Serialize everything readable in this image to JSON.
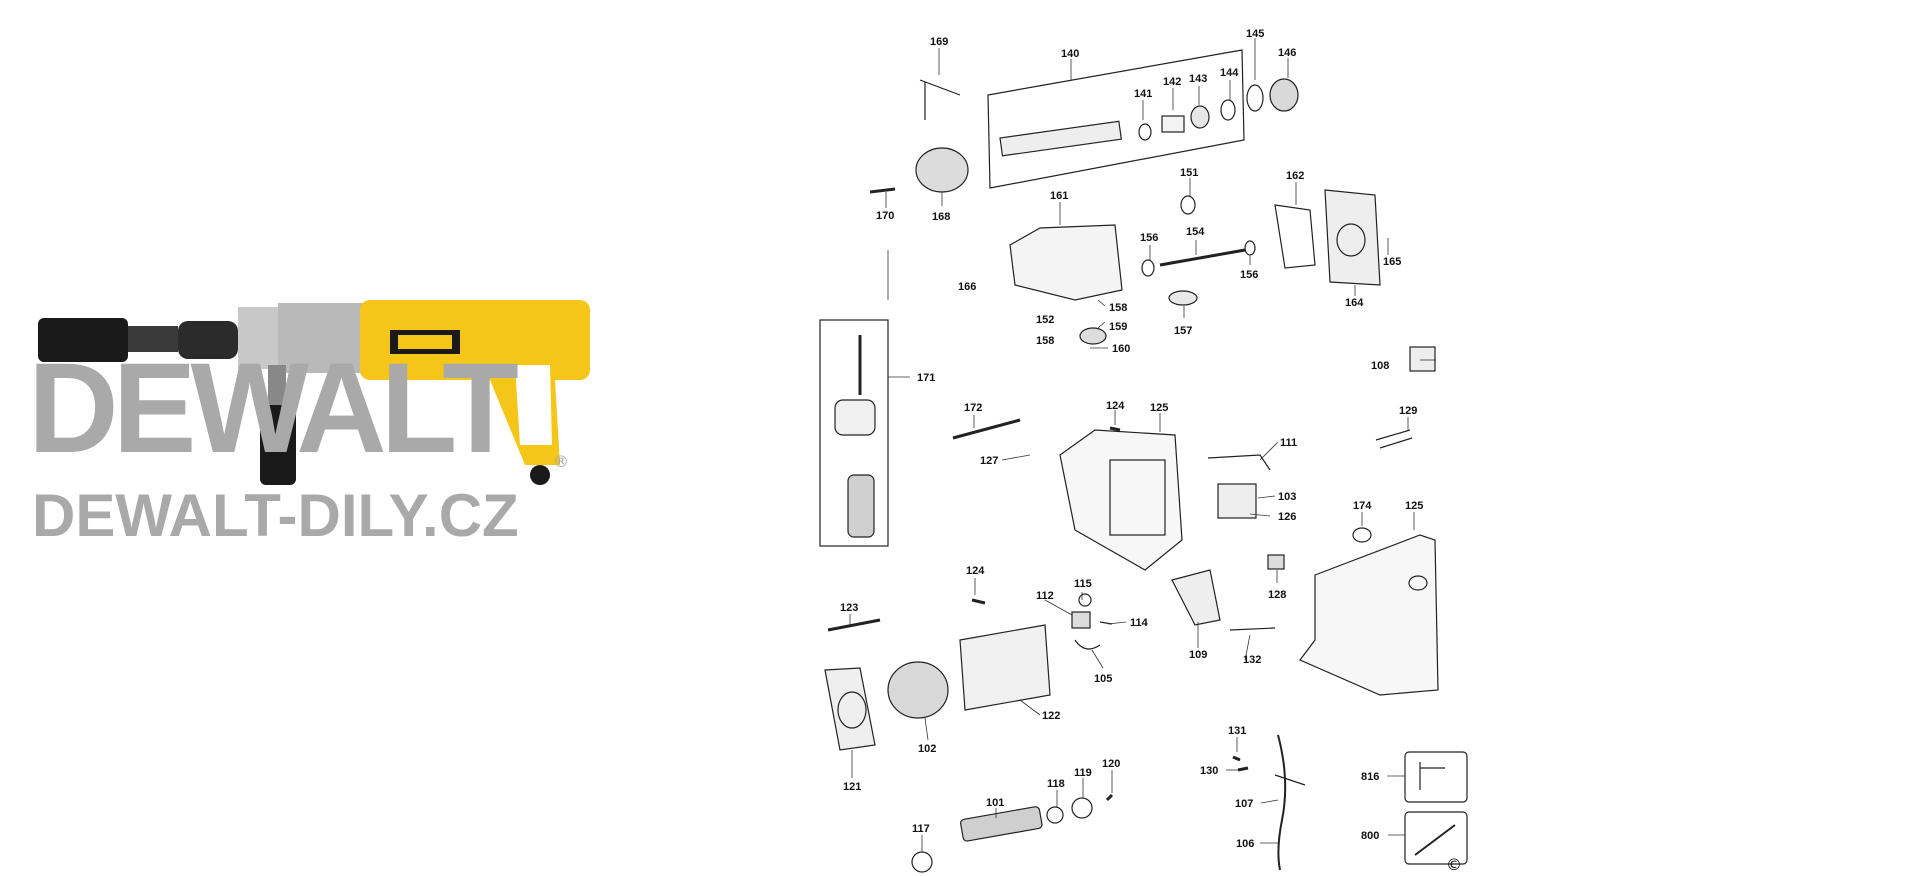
{
  "branding": {
    "logo_text": "DEWALT",
    "registered_mark": "®",
    "url_text": "DEWALT-DILY.CZ",
    "brand_color": "#f5c518",
    "watermark_color": "#a9a9a9"
  },
  "diagram": {
    "copyright_mark": "©",
    "part_labels": [
      "169",
      "140",
      "145",
      "146",
      "141",
      "142",
      "143",
      "144",
      "168",
      "170",
      "151",
      "161",
      "162",
      "156",
      "154",
      "156",
      "165",
      "164",
      "166",
      "152",
      "158",
      "159",
      "157",
      "158",
      "160",
      "108",
      "171",
      "172",
      "124",
      "125",
      "111",
      "129",
      "127",
      "103",
      "126",
      "174",
      "125",
      "124",
      "115",
      "112",
      "114",
      "128",
      "123",
      "105",
      "109",
      "132",
      "102",
      "122",
      "121",
      "131",
      "130",
      "107",
      "816",
      "118",
      "119",
      "120",
      "101",
      "117",
      "106",
      "800"
    ]
  }
}
